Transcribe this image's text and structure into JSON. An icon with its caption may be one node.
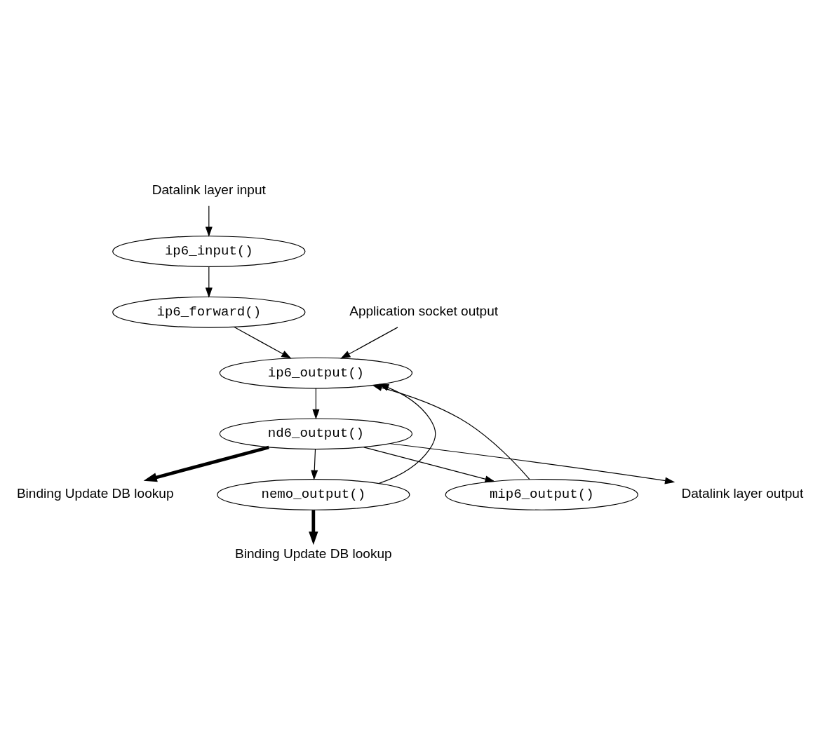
{
  "diagram": {
    "nodes": [
      {
        "text": [
          "Datalink layer input"
        ]
      },
      {
        "text": [
          "ip6_input()"
        ]
      },
      {
        "text": [
          "ip6_forward()"
        ]
      },
      {
        "text": [
          "Application socket output"
        ]
      },
      {
        "text": [
          "ip6_output()"
        ]
      },
      {
        "text": [
          "nd6_output()"
        ]
      },
      {
        "text": [
          "Binding Update DB lookup"
        ]
      },
      {
        "text": [
          "Binding Update DB lookup"
        ]
      },
      {
        "text": [
          "nemo_output()"
        ]
      },
      {
        "text": [
          "mip6_output()"
        ]
      },
      {
        "text": [
          "Datalink layer output"
        ]
      }
    ],
    "edges": [
      {
        "from": 0,
        "to": 1,
        "arrow": "to"
      },
      {
        "from": 1,
        "to": 2,
        "arrow": "to"
      },
      {
        "from": 2,
        "to": 4,
        "arrow": "to"
      },
      {
        "from": 3,
        "to": 4,
        "arrow": "to"
      },
      {
        "from": 4,
        "to": 5,
        "arrow": "to"
      },
      {
        "from": 5,
        "to": 6,
        "arrow": "to",
        "style": "thick"
      },
      {
        "from": 5,
        "to": 8,
        "arrow": "to"
      },
      {
        "from": 5,
        "to": 10,
        "arrow": "to"
      },
      {
        "from": 5,
        "to": 9,
        "arrow": "to"
      },
      {
        "from": 8,
        "to": 7,
        "arrow": "to",
        "style": "thick"
      },
      {
        "from": 8,
        "to": 4,
        "arrow": "to"
      },
      {
        "from": 9,
        "to": 4,
        "arrow": "to"
      }
    ]
  }
}
